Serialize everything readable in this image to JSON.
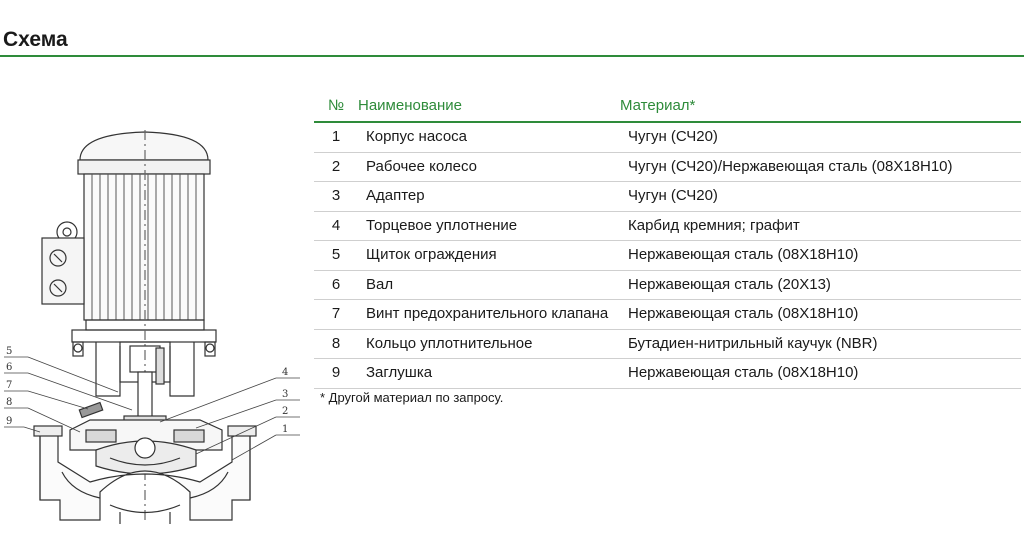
{
  "section_title": "Схема",
  "table": {
    "headers": {
      "num": "№",
      "name": "Наименование",
      "material": "Материал*"
    },
    "rows": [
      {
        "num": "1",
        "name": "Корпус насоса",
        "material": "Чугун (СЧ20)"
      },
      {
        "num": "2",
        "name": "Рабочее колесо",
        "material": "Чугун (СЧ20)/Нержавеющая сталь (08Х18Н10)"
      },
      {
        "num": "3",
        "name": "Адаптер",
        "material": "Чугун (СЧ20)"
      },
      {
        "num": "4",
        "name": "Торцевое уплотнение",
        "material": "Карбид кремния; графит"
      },
      {
        "num": "5",
        "name": "Щиток ограждения",
        "material": "Нержавеющая сталь (08Х18Н10)"
      },
      {
        "num": "6",
        "name": "Вал",
        "material": "Нержавеющая сталь (20Х13)"
      },
      {
        "num": "7",
        "name": "Винт предохранительного клапана",
        "material": "Нержавеющая сталь (08Х18Н10)"
      },
      {
        "num": "8",
        "name": "Кольцо уплотнительное",
        "material": "Бутадиен-нитрильный каучук (NBR)"
      },
      {
        "num": "9",
        "name": "Заглушка",
        "material": "Нержавеющая сталь (08Х18Н10)"
      }
    ]
  },
  "footnote": "* Другой материал по запросу.",
  "diagram_labels": {
    "left": [
      "5",
      "6",
      "7",
      "8",
      "9"
    ],
    "right": [
      "4",
      "3",
      "2",
      "1"
    ]
  }
}
